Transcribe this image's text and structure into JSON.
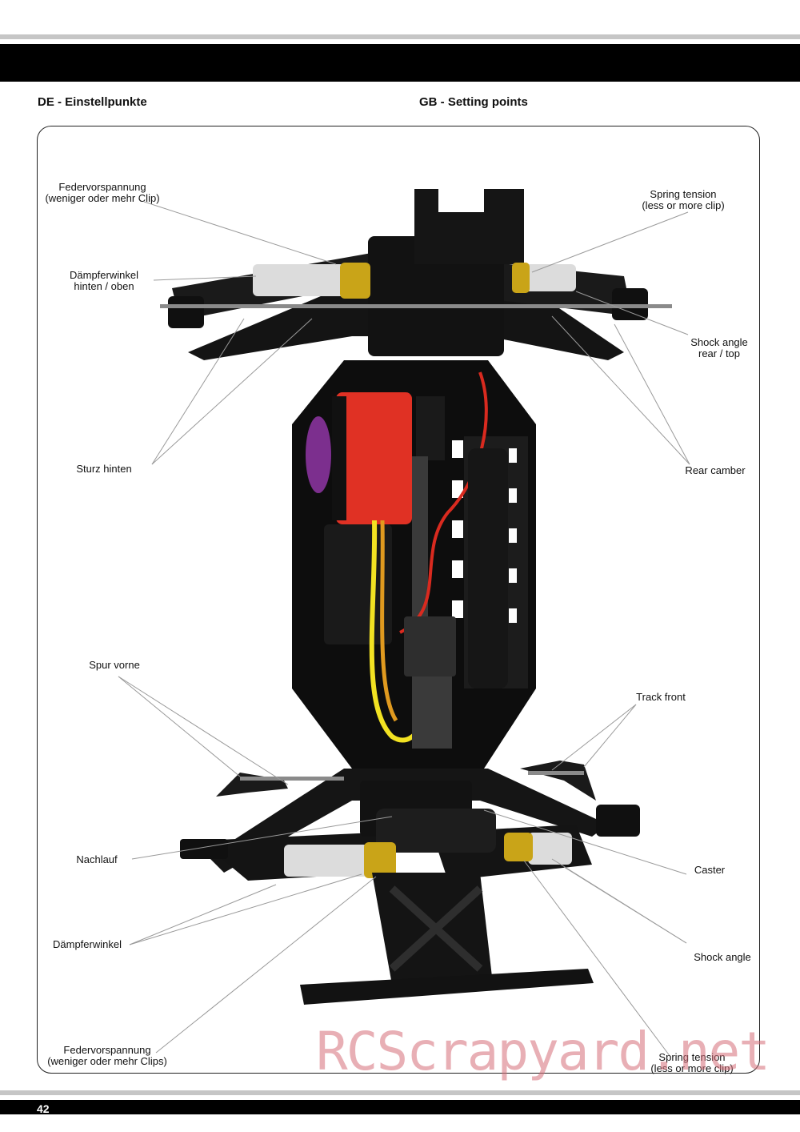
{
  "headings": {
    "de": "DE - Einstellpunkte",
    "gb": "GB - Setting points"
  },
  "labels": {
    "federvorspannung_top": [
      "Federvorspannung",
      "(weniger oder mehr Clip)"
    ],
    "daempferwinkel_hinten": [
      "Dämpferwinkel",
      "hinten / oben"
    ],
    "sturz_hinten": [
      "Sturz hinten"
    ],
    "spur_vorne": [
      "Spur vorne"
    ],
    "nachlauf": [
      "Nachlauf"
    ],
    "daempferwinkel": [
      "Dämpferwinkel"
    ],
    "federvorspannung_bottom": [
      "Federvorspannung",
      "(weniger oder mehr Clips)"
    ],
    "spring_tension_top": [
      "Spring tension",
      "(less or more clip)"
    ],
    "shock_angle_rear": [
      "Shock angle",
      "rear / top"
    ],
    "rear_camber": [
      "Rear camber"
    ],
    "track_front": [
      "Track front"
    ],
    "caster": [
      "Caster"
    ],
    "shock_angle": [
      "Shock angle"
    ],
    "spring_tension_bottom": [
      "Spring tension",
      "(less or more clip)"
    ]
  },
  "watermark": "RCScrapyard.net",
  "page_number": "42"
}
